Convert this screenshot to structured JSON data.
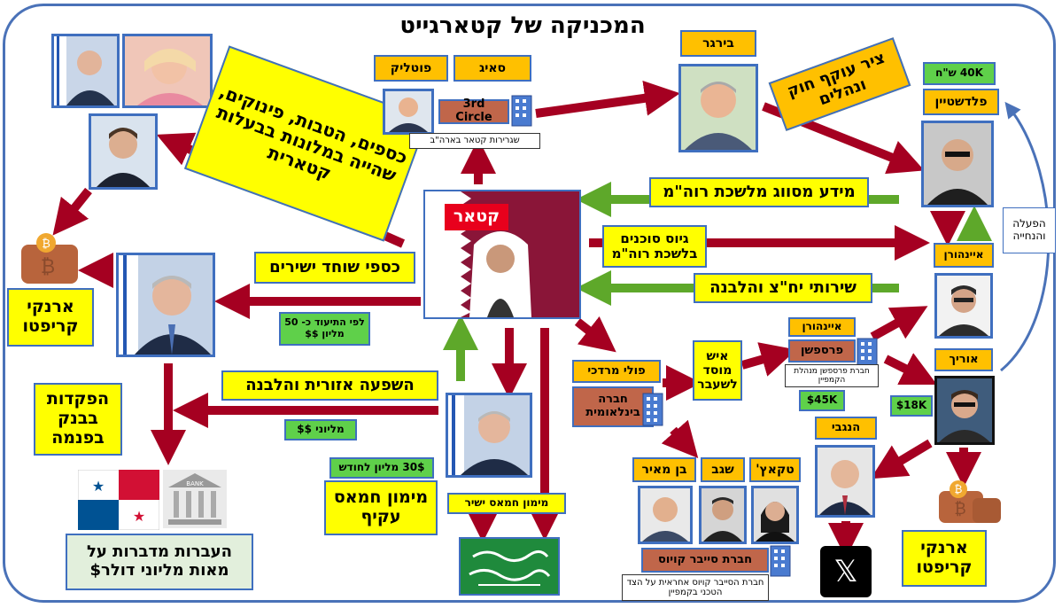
{
  "title": "המכניקה של קטארגייט",
  "labels": {
    "qatar": "קטאר",
    "third_circle": "3rd Circle",
    "embassy": "שגרירות קטאר בארה\"ב",
    "potlik": "פוטליק",
    "saig": "סאיג",
    "birger": "בירגר",
    "kiruf": "ציר עוקף חוק ונהלים",
    "feldstein": "פלדשטיין",
    "feldstein_money": "40K ש\"ח",
    "bribes": "כספים, הטבות, פינוקים, שהייה במלונות בבעלות קטארית",
    "crypto_left": "ארנקי קריפטו",
    "crypto_right": "ארנקי קריפטו",
    "bribe_cash": "כספי שוחד ישירים",
    "documented": "לפי התיעוד כ- 50 מליון $$",
    "panama_deposits": "הפקדות בבנק בפנמה",
    "laundering": "השפעה אזורית והלבנה",
    "millions": "מליוני $$",
    "transfers": "העברות מדברות על מאות מליוני דולר$",
    "monthly": "30$ מליון לחודש",
    "hamas_indirect": "מימון חמאס עקיף",
    "hamas_direct": "מימון חמאס ישיר",
    "classified": "מידע מסווג מלשכת רוה\"מ",
    "recruit": "גיוס סוכנים בלשכת רוה\"מ",
    "pr": "שירותי יח\"צ והלבנה",
    "activation": "הפעלה והנחייה",
    "einhorn": "איינהורן",
    "einhorn2": "איינהורן",
    "perception": "פרספשן",
    "perception_note": "חברת פרספשן מנהלת הקמפיין",
    "trusted": "איש מוסד לשעבר",
    "urich": "אוריך",
    "urich_money": "$18K",
    "money_45": "$45K",
    "negbi": "הנגבי",
    "poli": "פולי מרדכי",
    "intl_company": "חברה בינלאומית",
    "ben_meir": "בן מאיר",
    "shagav": "שגב",
    "tkach": "טקאץ'",
    "cyber_company": "חברת סייבר קויוס",
    "cyber_note": "חברת הסייבר קויוס אחראית על הצד הטכני בקמפיין",
    "bank": "BANK",
    "x_logo": "𝕏"
  },
  "colors": {
    "arrow_red": "#a50021",
    "arrow_green": "#5ea82a",
    "frame_blue": "#4a72b8",
    "qatar_maroon": "#8a1538",
    "qatar_red": "#e8001c"
  }
}
